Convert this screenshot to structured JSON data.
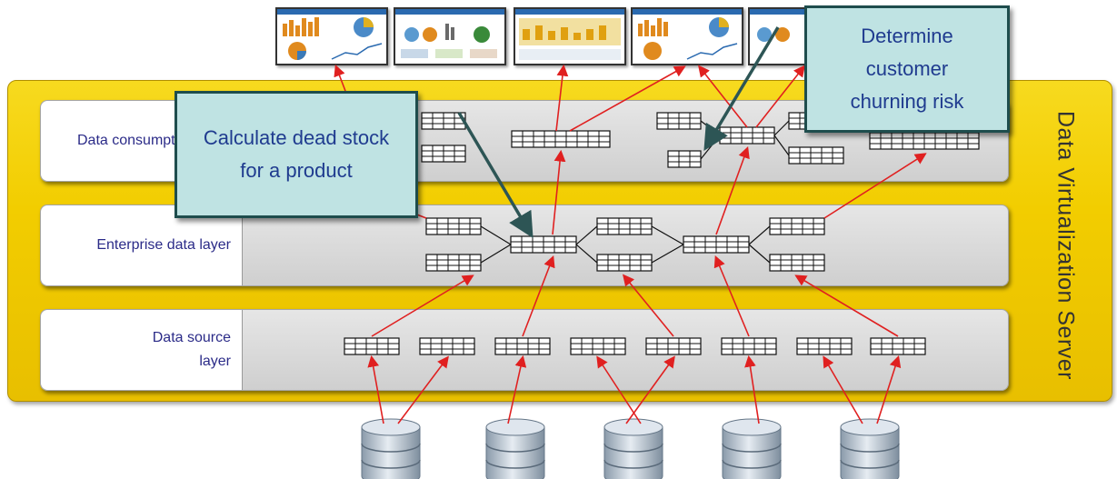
{
  "server": {
    "label": "Data Virtualization Server"
  },
  "layers": [
    {
      "label": "Data consumption layer"
    },
    {
      "label": "Enterprise data layer"
    },
    {
      "label": "Data source layer"
    }
  ],
  "callouts": {
    "dead_stock": "Calculate dead stock for a product",
    "churn": "Determine customer churning risk"
  },
  "icons": {
    "table": "table-icon",
    "database": "database-icon",
    "dashboard": "dashboard-thumbnail"
  },
  "colors": {
    "server": "#f2cd00",
    "arrow": "#e02020",
    "callout_bg": "#bfe3e3",
    "callout_border": "#1e4d4d",
    "label_text": "#2b2b88"
  }
}
